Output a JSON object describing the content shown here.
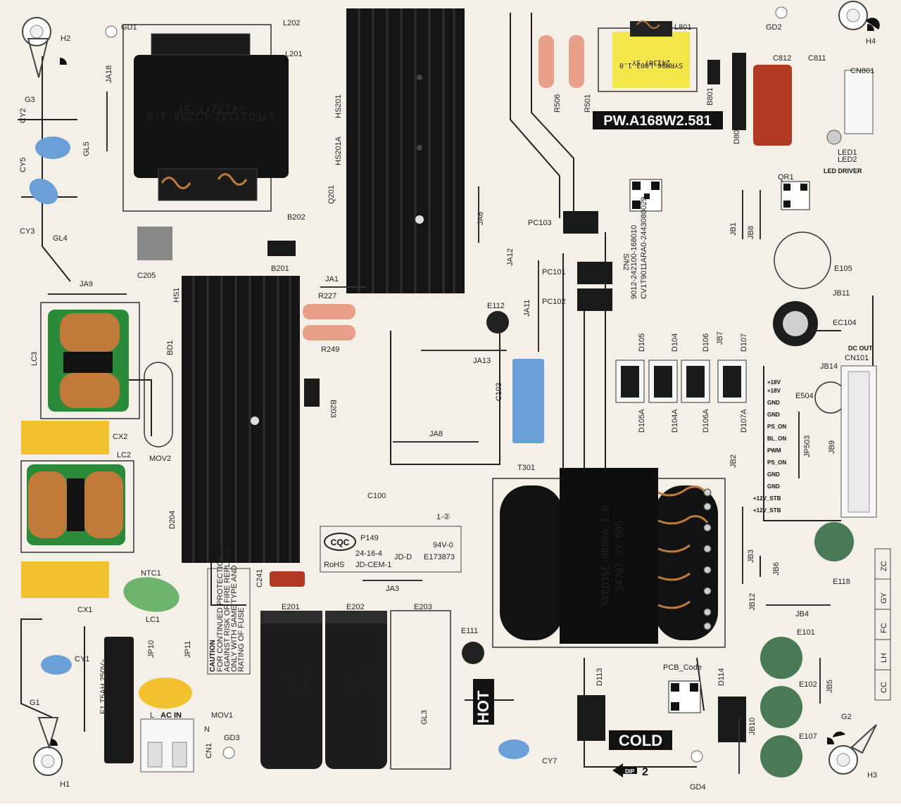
{
  "board": {
    "model": "PW.A168W2.581",
    "sn_label": "S/N2",
    "sn_digits_1": "9012-242100-168010",
    "sn_digits_2": "CV1T9011ARA0-2443080029",
    "led_driver": "LED DRIVER",
    "led_1": "LED1",
    "led_2": "LED2",
    "dc_out": "DC OUT",
    "hot_label": "HOT",
    "cold_label": "COLD",
    "pcb_code": "PCB_Code",
    "dip_label": "DIP",
    "dip_num": "2",
    "cqc": "CQC",
    "p149": "P149",
    "date_code": "24-16-4",
    "rohs": "RoHS",
    "jd_cem": "JD-CEM-1",
    "ul_mark": "94V-0",
    "jd_d": "JD-D",
    "e_number": "E173873",
    "one_two": "1-②",
    "fuse_label": "F1 T5AH 250V~",
    "ac_in": "AC IN",
    "l_label": "L",
    "n_label": "N",
    "caution": [
      "CAUTION",
      "FOR CONTINUED PROTECTION",
      "AGAINST RISK OF FIRE REPLACE",
      "ONLY WITH SAME TYPE AND",
      "RATING OF FUSE"
    ]
  },
  "transformer_text": {
    "l201_line1": "SYEQ33132-L220A 1.0",
    "l201_line2": "24132YX  SY",
    "l801_line1": "SYRM06-L003 1.0",
    "l801_line2": "241307    SY",
    "t301_line1": "SYEQ3SE-0080A 1.0",
    "t301_line2": "24707  SY 605"
  },
  "cap_text": {
    "ky": "KY",
    "temp": "105°C",
    "lot": "P2344"
  },
  "connector_pins": [
    "+18V",
    "+18V",
    "GND",
    "GND",
    "PS_ON",
    "BL_ON",
    "PWM",
    "PS_ON",
    "GND",
    "GND",
    "+12V_STB",
    "+12V_STB"
  ],
  "right_strip": [
    "ZC",
    "GY",
    "FC",
    "LH",
    "CC"
  ],
  "labels": {
    "H2": "H2",
    "GD1": "GD1",
    "L202": "L202",
    "L201": "L201",
    "JA18": "JA18",
    "G3": "G3",
    "CY2": "CY2",
    "GL5": "GL5",
    "CY5": "CY5",
    "CY3": "CY3",
    "GL4": "GL4",
    "B202": "B202",
    "B201": "B201",
    "C205": "C205",
    "HS201": "HS201",
    "HS201A": "HS201A",
    "Q201": "Q201",
    "JA1": "JA1",
    "JA6": "JA6",
    "JA9": "JA9",
    "HS1": "HS1",
    "R227": "R227",
    "R249": "R249",
    "BD1": "BD1",
    "LC3": "LC3",
    "B203": "B203",
    "CX2": "CX2",
    "MOV2": "MOV2",
    "LC2": "LC2",
    "JA8": "JA8",
    "JA13": "JA13",
    "C103": "C103",
    "E112": "E112",
    "JA11": "JA11",
    "JA12": "JA12",
    "PC103": "PC103",
    "PC101": "PC101",
    "PC102": "PC102",
    "R506": "R506",
    "R501": "R501",
    "L801": "L801",
    "B801": "B801",
    "D801": "D801",
    "GD2": "GD2",
    "C812": "C812",
    "C811": "C811",
    "H4": "H4",
    "CN801": "CN801",
    "QR1": "QR1",
    "JB1": "JB1",
    "JB8": "JB8",
    "E105": "E105",
    "JB11": "JB11",
    "EC104": "EC104",
    "D105": "D105",
    "D104": "D104",
    "D106": "D106",
    "JB7": "JB7",
    "D107": "D107",
    "D105A": "D105A",
    "D104A": "D104A",
    "D106A": "D106A",
    "D107A": "D107A",
    "JB14": "JB14",
    "CN101": "CN101",
    "E504": "E504",
    "JP503": "JP503",
    "JB9": "JB9",
    "JB2": "JB2",
    "T301": "T301",
    "D204": "D204",
    "C100": "C100",
    "C241": "C241",
    "JA3": "JA3",
    "E201": "E201",
    "E202": "E202",
    "E203": "E203",
    "NTC1": "NTC1",
    "CX1": "CX1",
    "LC1": "LC1",
    "JP10": "JP10",
    "JP11": "JP11",
    "CY1": "CY1",
    "G1": "G1",
    "MOV1": "MOV1",
    "GD3": "GD3",
    "CN1": "CN1",
    "H1": "H1",
    "GL3": "GL3",
    "E111": "E111",
    "CY7": "CY7",
    "D113": "D113",
    "GD4": "GD4",
    "D114": "D114",
    "JB10": "JB10",
    "E101": "E101",
    "E102": "E102",
    "E107": "E107",
    "JB3": "JB3",
    "JB6": "JB6",
    "JB12": "JB12",
    "JB4": "JB4",
    "JB5": "JB5",
    "E118": "E118",
    "G2": "G2",
    "H3": "H3"
  },
  "colors": {
    "pcb": "#f4f0e8",
    "heatsink": "#151515",
    "copper": "#c07a3a",
    "blue_cap": "#6a9fd8",
    "red_cap": "#b23a22",
    "yellow_cap": "#f2c230",
    "green_ntc": "#6cb36c",
    "green_cap": "#4a7a55"
  },
  "icons": [
    "mounting-hole-icon",
    "ground-symbol-icon",
    "qr-code-icon",
    "arrow-left-icon",
    "screw-icon"
  ]
}
